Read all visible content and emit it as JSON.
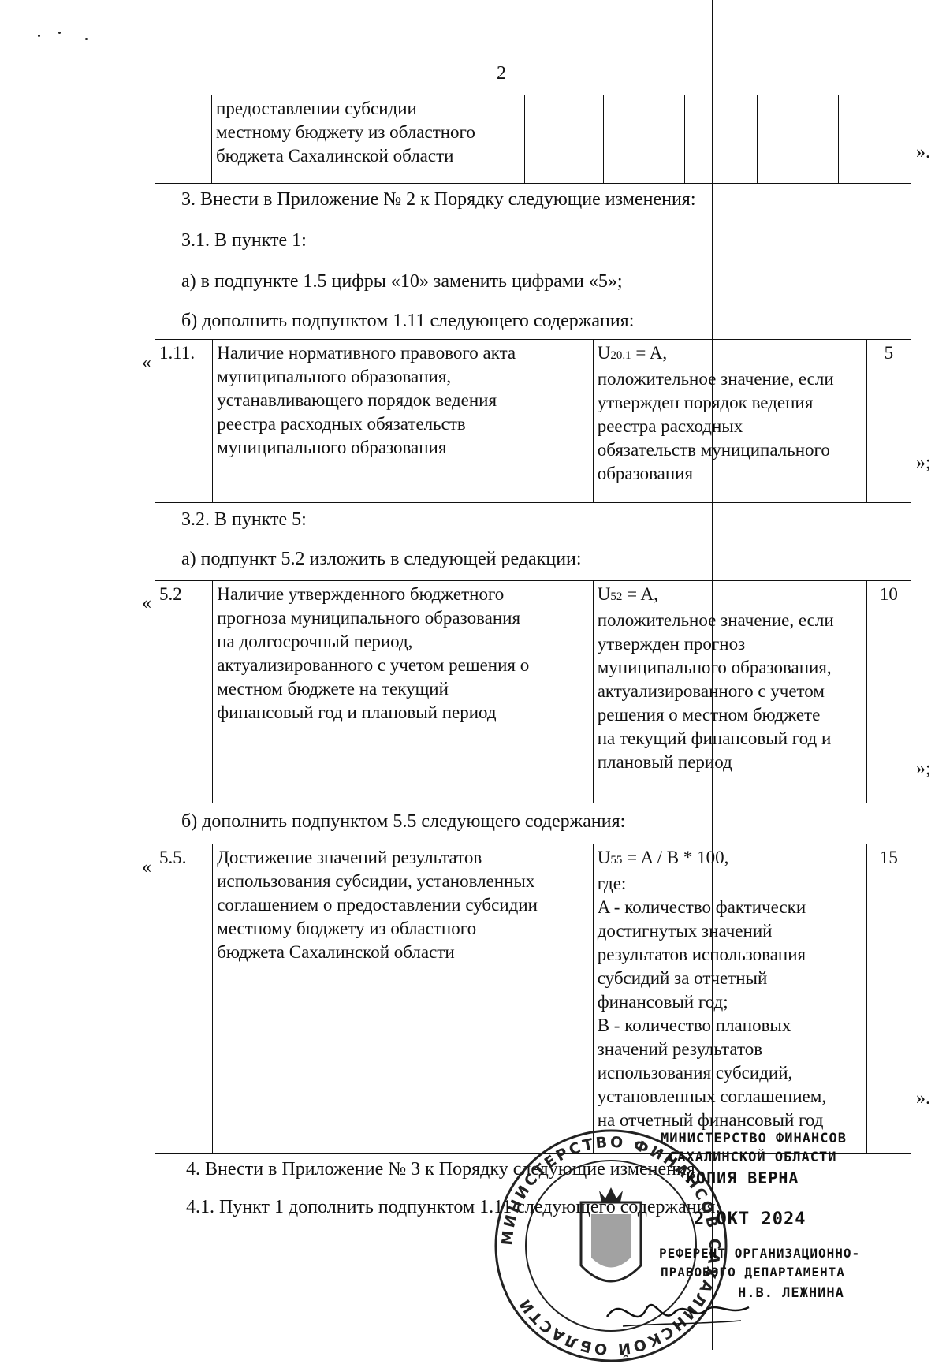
{
  "page_number": "2",
  "continued_row": {
    "text": "предоставлении субсидии местному бюджету из областного бюджета Сахалинской области",
    "line1": "предоставлении субсидии",
    "line2": "местному бюджету из областного",
    "line3": "бюджета Сахалинской области",
    "close": "»."
  },
  "p_3": "3. Внести в Приложение № 2 к Порядку следующие изменения:",
  "p_3_1": "3.1. В пункте 1:",
  "p_3_1_a": "а) в подпункте 1.5 цифры «10» заменить цифрами «5»;",
  "p_3_1_b": "б) дополнить подпунктом  1.11 следующего содержания:",
  "row_1_11": {
    "open": "«",
    "num": "1.11.",
    "name": [
      "Наличие нормативного правового акта",
      "муниципального образования,",
      "устанавливающего порядок ведения",
      "реестра расходных обязательств",
      "муниципального образования"
    ],
    "formula_var": "U",
    "formula_sub": "20.1",
    "formula_rest": " = A,",
    "formula": [
      "положительное значение, если",
      "утвержден порядок ведения",
      "реестра расходных",
      "обязательств муниципального",
      "образования"
    ],
    "score": "5",
    "close": "»;"
  },
  "p_3_2": "3.2. В пункте 5:",
  "p_3_2_a": "а) подпункт   5.2 изложить в следующей редакции:",
  "row_5_2": {
    "open": "«",
    "num": "5.2",
    "name": [
      "Наличие утвержденного бюджетного",
      "прогноза муниципального образования",
      "на долгосрочный период,",
      "актуализированного с учетом решения о",
      "местном бюджете на текущий",
      "финансовый год и плановый период"
    ],
    "formula_var": "U",
    "formula_sub": "52",
    "formula_rest": " = A,",
    "formula": [
      "положительное значение, если",
      "утвержден прогноз",
      "муниципального образования,",
      "актуализированного с учетом",
      "решения о местном бюджете",
      "на текущий финансовый год и",
      "плановый период"
    ],
    "score": "10",
    "close": "»;"
  },
  "p_3_2_b": "б)  дополнить подпунктом   5.5 следующего содержания:",
  "row_5_5": {
    "open": "«",
    "num": "5.5.",
    "name": [
      "Достижение значений результатов",
      "использования субсидии, установленных",
      "соглашением о предоставлении субсидии",
      "местному бюджету из областного",
      "бюджета Сахалинской области"
    ],
    "formula_var": "U",
    "formula_sub": "55",
    "formula_rest": " = A / B * 100,",
    "formula": [
      "где:",
      "A - количество фактически",
      "достигнутых значений",
      "результатов использования",
      "субсидий за отчетный",
      "финансовый год;",
      "B - количество плановых",
      "значений результатов",
      "использования субсидий,",
      "установленных соглашением,",
      "на отчетный финансовый год"
    ],
    "score": "15",
    "close": "»."
  },
  "p_4": "4. Внести в Приложение № 3 к Порядку следующие изменения",
  "p_4_1": "4.1. Пункт 1  дополнить подпунктом  1.11 следующего содержания:",
  "stamp": {
    "line1": "МИНИСТЕРСТВО ФИНАНСОВ",
    "line2": "САХАЛИНСКОЙ ОБЛАСТИ",
    "line3": "КОПИЯ  ВЕРНА",
    "date": "2 ОКТ 2024",
    "line4": "РЕФЕРЕНТ ОРГАНИЗАЦИОННО-",
    "line5": "ПРАВОВОГО ДЕПАРТАМЕНТА",
    "signer": "Н.В. ЛЕЖНИНА"
  },
  "seal_text": "МИНИСТЕРСТВО ФИНАНСОВ САХАЛИНСКОЙ ОБЛАСТИ"
}
